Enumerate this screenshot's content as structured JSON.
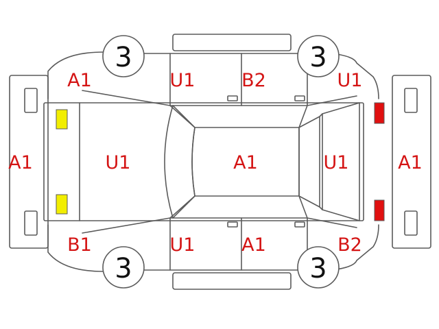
{
  "colors": {
    "line": "#5a5a5a",
    "label": "#d41414",
    "wheel_number": "#111111",
    "marker_yellow": "#f2ee00",
    "marker_red": "#e01010"
  },
  "wheels": {
    "front_left": "3",
    "front_right": "3",
    "rear_left": "3",
    "rear_right": "3"
  },
  "labels": {
    "front_bumper": "A1",
    "front_left_fender": "A1",
    "hood": "U1",
    "front_right_fender": "B1",
    "left_front_door": "U1",
    "left_rear_door": "B2",
    "roof": "A1",
    "right_front_door": "U1",
    "right_rear_door": "A1",
    "left_quarter": "U1",
    "trunk": "U1",
    "right_quarter": "B2",
    "rear_bumper": "A1"
  },
  "markers": {
    "front_lamps": "yellow",
    "rear_lamps": "red"
  }
}
